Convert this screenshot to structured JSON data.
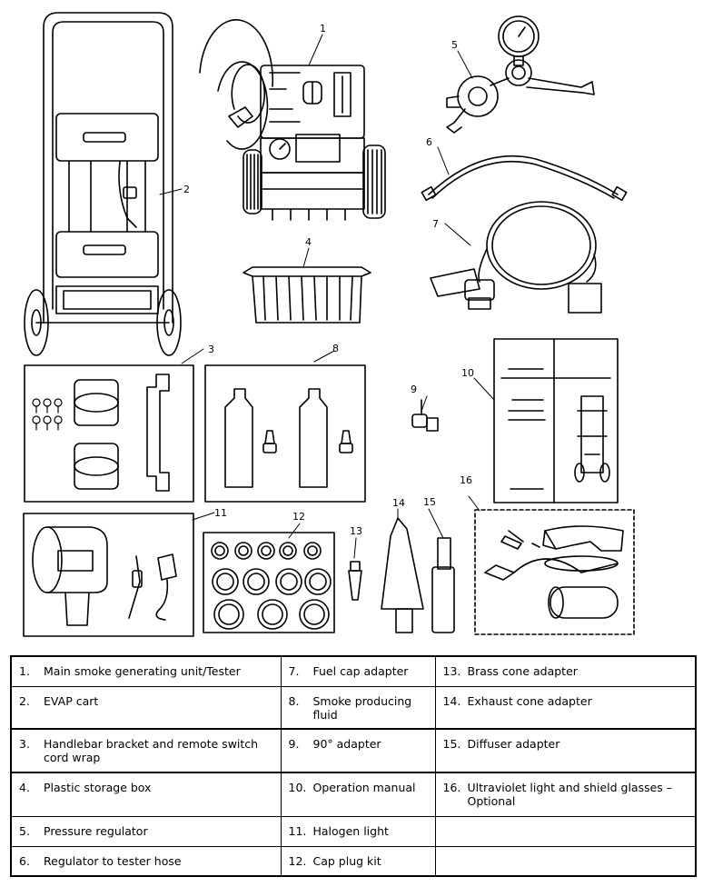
{
  "callouts": [
    "1",
    "2",
    "3",
    "4",
    "5",
    "6",
    "7",
    "8",
    "9",
    "10",
    "11",
    "12",
    "13",
    "14",
    "15",
    "16"
  ],
  "legend": {
    "rows": [
      [
        {
          "num": "1.",
          "text": "Main smoke generating unit/Tester"
        },
        {
          "num": "7.",
          "text": "Fuel cap adapter"
        },
        {
          "num": "13.",
          "text": "Brass cone adapter"
        }
      ],
      [
        {
          "num": "2.",
          "text": "EVAP cart"
        },
        {
          "num": "8.",
          "text": "Smoke producing fluid"
        },
        {
          "num": "14.",
          "text": "Exhaust cone adapter"
        }
      ],
      [
        {
          "num": "3.",
          "text": "Handlebar bracket and remote switch cord wrap"
        },
        {
          "num": "9.",
          "text": "90° adapter"
        },
        {
          "num": "15.",
          "text": "Diffuser adapter"
        }
      ],
      [
        {
          "num": "4.",
          "text": "Plastic storage box"
        },
        {
          "num": "10.",
          "text": "Operation manual"
        },
        {
          "num": "16.",
          "text": "Ultraviolet light and shield glasses – Optional"
        }
      ],
      [
        {
          "num": "5.",
          "text": "Pressure regulator"
        },
        {
          "num": "11.",
          "text": "Halogen light"
        },
        {
          "num": "",
          "text": ""
        }
      ],
      [
        {
          "num": "6.",
          "text": "Regulator to tester hose"
        },
        {
          "num": "12.",
          "text": "Cap plug kit"
        },
        {
          "num": "",
          "text": ""
        }
      ]
    ]
  }
}
